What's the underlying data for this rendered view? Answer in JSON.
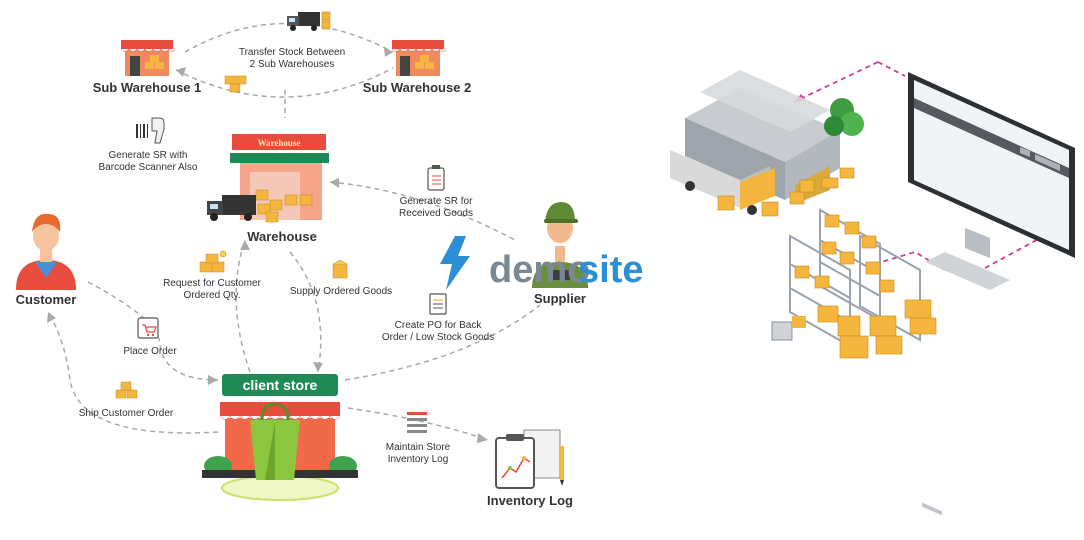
{
  "nodes": {
    "sub_warehouse_1": "Sub Warehouse 1",
    "sub_warehouse_2": "Sub Warehouse 2",
    "warehouse": "Warehouse",
    "warehouse_sign": "Warehouse",
    "customer": "Customer",
    "supplier": "Supplier",
    "client_store": "client store",
    "inventory_log": "Inventory Log"
  },
  "steps": {
    "transfer_line1": "Transfer Stock Between",
    "transfer_line2": "2 Sub Warehouses",
    "generate_sr_barcode_line1": "Generate SR with",
    "generate_sr_barcode_line2": "Barcode Scanner Also",
    "generate_sr_received_line1": "Generate SR for",
    "generate_sr_received_line2": "Received Goods",
    "request_qty_line1": "Request for Customer",
    "request_qty_line2": "Ordered Qty.",
    "supply_goods": "Supply Ordered Goods",
    "create_po_line1": "Create PO for Back",
    "create_po_line2": "Order / Low Stock Goods",
    "place_order": "Place Order",
    "ship_order": "Ship Customer Order",
    "maintain_log_line1": "Maintain Store",
    "maintain_log_line2": "Inventory Log"
  },
  "watermark": {
    "part1": "demo",
    "part2": "site"
  },
  "icons": [
    "truck-icon",
    "shop-icon",
    "box-icon",
    "barcode-scanner-icon",
    "clipboard-icon",
    "cart-icon",
    "list-icon",
    "chart-clipboard-icon",
    "shopping-bag-icon",
    "person-icon",
    "lightning-icon",
    "monitor-icon",
    "rack-icon",
    "forklift-icon"
  ],
  "colors": {
    "accent_green": "#1f8a55",
    "store_red": "#e74c3c",
    "box_orange": "#f4b63f",
    "flow_pink": "#d63b93",
    "flow_gray": "#a9a9a9",
    "logo_blue": "#2b8fd6"
  }
}
